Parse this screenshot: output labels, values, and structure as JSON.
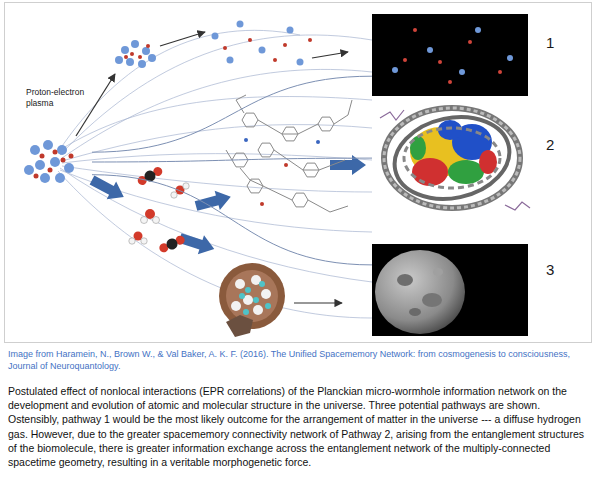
{
  "diagram": {
    "caption": "Postulated effect of nonlocal interactions (EPR correlations) of the Planckian micro-wormhole information network on the development and evolution of atomic and molecular structure in the universe. Three potential pathways are shown. Ostensibly, pathway 1 would be the most likely outcome for the arrangement of matter in the universe --- a diffuse hydrogen gas. However, due to the greater spacememory connectivity network of Pathway 2, arising from the entanglement structures of the biomolecule, there is greater information exchange across the entanglement network of the multiply-connected spacetime geometry, resulting in a veritable morphogenetic force.",
    "nodes": [
      {
        "text": [
          "Proton-electron plasma"
        ]
      },
      {
        "text": [
          "1"
        ]
      },
      {
        "text": [
          "2"
        ]
      },
      {
        "text": [
          "3"
        ]
      }
    ],
    "edges": [
      {
        "from": 0,
        "to": 1,
        "arrow": "none"
      },
      {
        "from": 0,
        "to": 2,
        "arrow": "none"
      },
      {
        "from": 0,
        "to": 3,
        "arrow": "none"
      }
    ],
    "labels": [
      "Image from Haramein, N., Brown W., & Val Baker, A. K. F. (2016). The Unified Spacememory Network: from cosmogenesis to consciousness, Journal of Neuroquantology."
    ]
  }
}
